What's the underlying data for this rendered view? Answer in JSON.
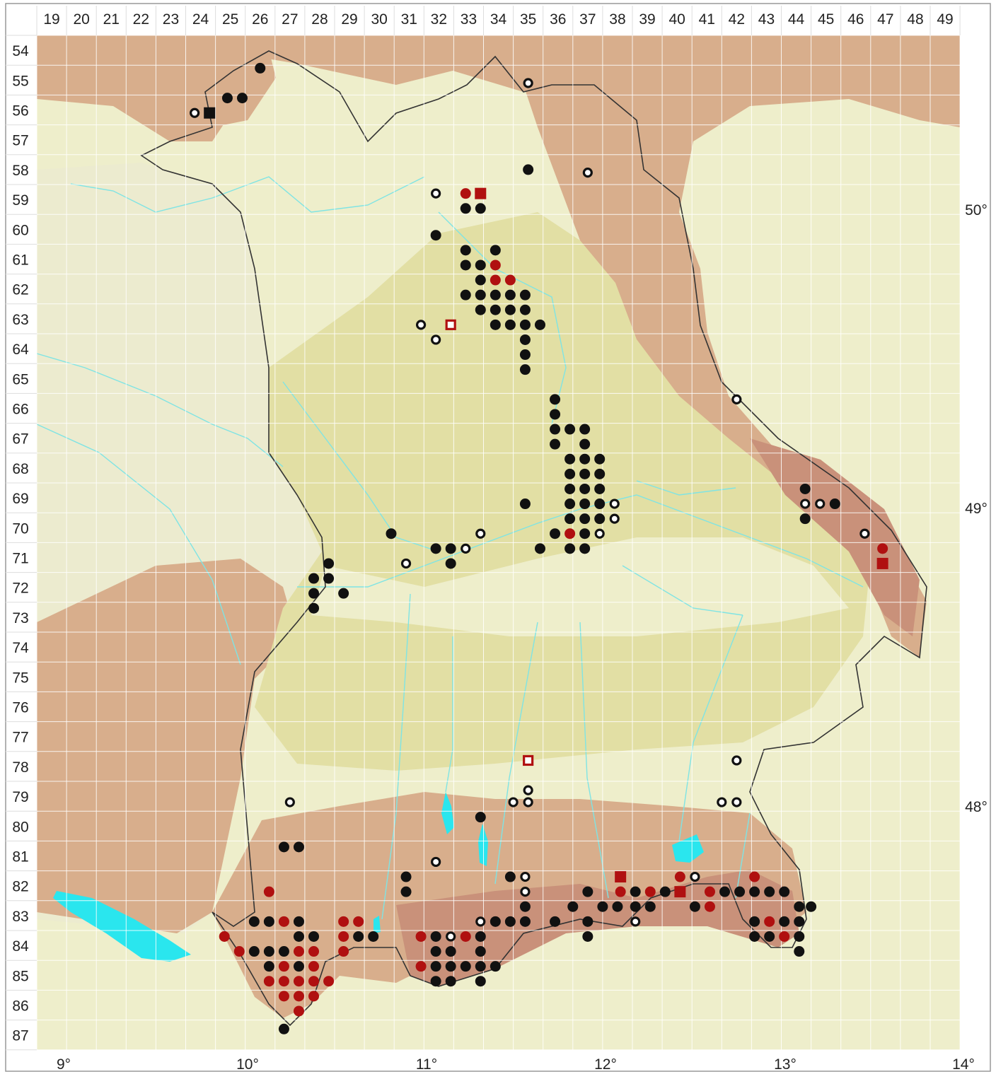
{
  "grid": {
    "cols": [
      "19",
      "20",
      "21",
      "22",
      "23",
      "24",
      "25",
      "26",
      "27",
      "28",
      "29",
      "30",
      "31",
      "32",
      "33",
      "34",
      "35",
      "36",
      "37",
      "38",
      "39",
      "40",
      "41",
      "42",
      "43",
      "44",
      "45",
      "46",
      "47",
      "48",
      "49"
    ],
    "rows": [
      "54",
      "55",
      "56",
      "57",
      "58",
      "59",
      "60",
      "61",
      "62",
      "63",
      "64",
      "65",
      "66",
      "67",
      "68",
      "69",
      "70",
      "71",
      "72",
      "73",
      "74",
      "75",
      "76",
      "77",
      "78",
      "79",
      "80",
      "81",
      "82",
      "83",
      "84",
      "85",
      "86",
      "87"
    ]
  },
  "axes": {
    "longitude_labels": [
      "9°",
      "10°",
      "11°",
      "12°",
      "13°",
      "14°"
    ],
    "latitude_labels": [
      "50°",
      "49°",
      "48°"
    ]
  },
  "colors": {
    "background": "#ffffff",
    "lowland": "#eeeecb",
    "hills": "#e2dfa4",
    "upland": "#d8ae8c",
    "mountain": "#c9917a",
    "water": "#7fe4e4",
    "lake": "#2ae6ee",
    "border": "#333333",
    "grid": "#ffffff",
    "marker_black": "#111111",
    "marker_red": "#b01010"
  },
  "markers": [
    {
      "sym": "dot",
      "c": "k",
      "col": "26",
      "row": "54.6"
    },
    {
      "sym": "dot",
      "c": "k",
      "col": "24.9",
      "row": "55.6"
    },
    {
      "sym": "dot",
      "c": "k",
      "col": "25.4",
      "row": "55.6"
    },
    {
      "sym": "ring",
      "c": "k",
      "col": "23.8",
      "row": "56.1"
    },
    {
      "sym": "square",
      "c": "k",
      "col": "24.3",
      "row": "56.1"
    },
    {
      "sym": "ring",
      "c": "k",
      "col": "35",
      "row": "55.1"
    },
    {
      "sym": "dot",
      "c": "k",
      "col": "35",
      "row": "58"
    },
    {
      "sym": "ring",
      "c": "k",
      "col": "37",
      "row": "58.1"
    },
    {
      "sym": "ring",
      "c": "k",
      "col": "31.9",
      "row": "58.8"
    },
    {
      "sym": "dot",
      "c": "r",
      "col": "32.9",
      "row": "58.8"
    },
    {
      "sym": "square",
      "c": "r",
      "col": "33.4",
      "row": "58.8"
    },
    {
      "sym": "dot",
      "c": "k",
      "col": "32.9",
      "row": "59.3"
    },
    {
      "sym": "dot",
      "c": "k",
      "col": "33.4",
      "row": "59.3"
    },
    {
      "sym": "dot",
      "c": "k",
      "col": "31.9",
      "row": "60.2"
    },
    {
      "sym": "dot",
      "c": "k",
      "col": "32.9",
      "row": "60.7"
    },
    {
      "sym": "dot",
      "c": "k",
      "col": "33.9",
      "row": "60.7"
    },
    {
      "sym": "dot",
      "c": "k",
      "col": "32.9",
      "row": "61.2"
    },
    {
      "sym": "dot",
      "c": "k",
      "col": "33.4",
      "row": "61.2"
    },
    {
      "sym": "dot",
      "c": "r",
      "col": "33.9",
      "row": "61.2"
    },
    {
      "sym": "dot",
      "c": "k",
      "col": "33.4",
      "row": "61.7"
    },
    {
      "sym": "dot",
      "c": "r",
      "col": "33.9",
      "row": "61.7"
    },
    {
      "sym": "dot",
      "c": "r",
      "col": "34.4",
      "row": "61.7"
    },
    {
      "sym": "dot",
      "c": "k",
      "col": "32.9",
      "row": "62.2"
    },
    {
      "sym": "dot",
      "c": "k",
      "col": "33.4",
      "row": "62.2"
    },
    {
      "sym": "dot",
      "c": "k",
      "col": "33.9",
      "row": "62.2"
    },
    {
      "sym": "dot",
      "c": "k",
      "col": "34.4",
      "row": "62.2"
    },
    {
      "sym": "dot",
      "c": "k",
      "col": "34.9",
      "row": "62.2"
    },
    {
      "sym": "dot",
      "c": "k",
      "col": "33.4",
      "row": "62.7"
    },
    {
      "sym": "dot",
      "c": "k",
      "col": "33.9",
      "row": "62.7"
    },
    {
      "sym": "dot",
      "c": "k",
      "col": "34.4",
      "row": "62.7"
    },
    {
      "sym": "dot",
      "c": "k",
      "col": "34.9",
      "row": "62.7"
    },
    {
      "sym": "dot",
      "c": "k",
      "col": "33.9",
      "row": "63.2"
    },
    {
      "sym": "dot",
      "c": "k",
      "col": "34.4",
      "row": "63.2"
    },
    {
      "sym": "dot",
      "c": "k",
      "col": "34.9",
      "row": "63.2"
    },
    {
      "sym": "dot",
      "c": "k",
      "col": "35.4",
      "row": "63.2"
    },
    {
      "sym": "ring",
      "c": "k",
      "col": "31.4",
      "row": "63.2"
    },
    {
      "sym": "square-open",
      "c": "r",
      "col": "32.4",
      "row": "63.2"
    },
    {
      "sym": "ring",
      "c": "k",
      "col": "31.9",
      "row": "63.7"
    },
    {
      "sym": "dot",
      "c": "k",
      "col": "34.9",
      "row": "63.7"
    },
    {
      "sym": "dot",
      "c": "k",
      "col": "34.9",
      "row": "64.2"
    },
    {
      "sym": "dot",
      "c": "k",
      "col": "34.9",
      "row": "64.7"
    },
    {
      "sym": "dot",
      "c": "k",
      "col": "35.9",
      "row": "65.7"
    },
    {
      "sym": "dot",
      "c": "k",
      "col": "35.9",
      "row": "66.2"
    },
    {
      "sym": "dot",
      "c": "k",
      "col": "35.9",
      "row": "66.7"
    },
    {
      "sym": "dot",
      "c": "k",
      "col": "36.4",
      "row": "66.7"
    },
    {
      "sym": "dot",
      "c": "k",
      "col": "36.9",
      "row": "66.7"
    },
    {
      "sym": "dot",
      "c": "k",
      "col": "35.9",
      "row": "67.2"
    },
    {
      "sym": "dot",
      "c": "k",
      "col": "36.9",
      "row": "67.2"
    },
    {
      "sym": "dot",
      "c": "k",
      "col": "36.4",
      "row": "67.7"
    },
    {
      "sym": "dot",
      "c": "k",
      "col": "36.9",
      "row": "67.7"
    },
    {
      "sym": "dot",
      "c": "k",
      "col": "37.4",
      "row": "67.7"
    },
    {
      "sym": "dot",
      "c": "k",
      "col": "36.4",
      "row": "68.2"
    },
    {
      "sym": "dot",
      "c": "k",
      "col": "36.9",
      "row": "68.2"
    },
    {
      "sym": "dot",
      "c": "k",
      "col": "37.4",
      "row": "68.2"
    },
    {
      "sym": "dot",
      "c": "k",
      "col": "36.4",
      "row": "68.7"
    },
    {
      "sym": "dot",
      "c": "k",
      "col": "36.9",
      "row": "68.7"
    },
    {
      "sym": "dot",
      "c": "k",
      "col": "37.4",
      "row": "68.7"
    },
    {
      "sym": "dot",
      "c": "k",
      "col": "36.4",
      "row": "69.2"
    },
    {
      "sym": "dot",
      "c": "k",
      "col": "36.9",
      "row": "69.2"
    },
    {
      "sym": "dot",
      "c": "k",
      "col": "37.4",
      "row": "69.2"
    },
    {
      "sym": "ring",
      "c": "k",
      "col": "37.9",
      "row": "69.2"
    },
    {
      "sym": "dot",
      "c": "k",
      "col": "34.9",
      "row": "69.2"
    },
    {
      "sym": "dot",
      "c": "k",
      "col": "36.4",
      "row": "69.7"
    },
    {
      "sym": "dot",
      "c": "k",
      "col": "36.9",
      "row": "69.7"
    },
    {
      "sym": "dot",
      "c": "k",
      "col": "37.4",
      "row": "69.7"
    },
    {
      "sym": "ring",
      "c": "k",
      "col": "37.9",
      "row": "69.7"
    },
    {
      "sym": "dot",
      "c": "k",
      "col": "35.9",
      "row": "70.2"
    },
    {
      "sym": "dot",
      "c": "r",
      "col": "36.4",
      "row": "70.2"
    },
    {
      "sym": "dot",
      "c": "k",
      "col": "36.9",
      "row": "70.2"
    },
    {
      "sym": "ring",
      "c": "k",
      "col": "37.4",
      "row": "70.2"
    },
    {
      "sym": "dot",
      "c": "k",
      "col": "35.4",
      "row": "70.7"
    },
    {
      "sym": "dot",
      "c": "k",
      "col": "36.4",
      "row": "70.7"
    },
    {
      "sym": "dot",
      "c": "k",
      "col": "36.9",
      "row": "70.7"
    },
    {
      "sym": "dot",
      "c": "k",
      "col": "30.4",
      "row": "70.2"
    },
    {
      "sym": "ring",
      "c": "k",
      "col": "33.4",
      "row": "70.2"
    },
    {
      "sym": "dot",
      "c": "k",
      "col": "31.9",
      "row": "70.7"
    },
    {
      "sym": "dot",
      "c": "k",
      "col": "32.4",
      "row": "70.7"
    },
    {
      "sym": "ring",
      "c": "k",
      "col": "32.9",
      "row": "70.7"
    },
    {
      "sym": "dot",
      "c": "k",
      "col": "32.4",
      "row": "71.2"
    },
    {
      "sym": "ring",
      "c": "k",
      "col": "30.9",
      "row": "71.2"
    },
    {
      "sym": "ring",
      "c": "k",
      "col": "42",
      "row": "65.7"
    },
    {
      "sym": "dot",
      "c": "k",
      "col": "44.3",
      "row": "68.7"
    },
    {
      "sym": "ring",
      "c": "k",
      "col": "44.3",
      "row": "69.2"
    },
    {
      "sym": "ring",
      "c": "k",
      "col": "44.8",
      "row": "69.2"
    },
    {
      "sym": "dot",
      "c": "k",
      "col": "45.3",
      "row": "69.2"
    },
    {
      "sym": "dot",
      "c": "k",
      "col": "44.3",
      "row": "69.7"
    },
    {
      "sym": "ring",
      "c": "k",
      "col": "46.3",
      "row": "70.2"
    },
    {
      "sym": "dot",
      "c": "r",
      "col": "46.9",
      "row": "70.7"
    },
    {
      "sym": "square",
      "c": "r",
      "col": "46.9",
      "row": "71.2"
    },
    {
      "sym": "dot",
      "c": "k",
      "col": "28.3",
      "row": "71.2"
    },
    {
      "sym": "dot",
      "c": "k",
      "col": "27.8",
      "row": "71.7"
    },
    {
      "sym": "dot",
      "c": "k",
      "col": "28.3",
      "row": "71.7"
    },
    {
      "sym": "dot",
      "c": "k",
      "col": "27.8",
      "row": "72.2"
    },
    {
      "sym": "dot",
      "c": "k",
      "col": "28.8",
      "row": "72.2"
    },
    {
      "sym": "dot",
      "c": "k",
      "col": "27.8",
      "row": "72.7"
    },
    {
      "sym": "square-open",
      "c": "r",
      "col": "35",
      "row": "77.8"
    },
    {
      "sym": "ring",
      "c": "k",
      "col": "42",
      "row": "77.8"
    },
    {
      "sym": "ring",
      "c": "k",
      "col": "35",
      "row": "78.8"
    },
    {
      "sym": "ring",
      "c": "k",
      "col": "34.5",
      "row": "79.2"
    },
    {
      "sym": "ring",
      "c": "k",
      "col": "35",
      "row": "79.2"
    },
    {
      "sym": "ring",
      "c": "k",
      "col": "41.5",
      "row": "79.2"
    },
    {
      "sym": "ring",
      "c": "k",
      "col": "42",
      "row": "79.2"
    },
    {
      "sym": "ring",
      "c": "k",
      "col": "27",
      "row": "79.2"
    },
    {
      "sym": "dot",
      "c": "k",
      "col": "33.4",
      "row": "79.7"
    },
    {
      "sym": "dot",
      "c": "k",
      "col": "26.8",
      "row": "80.7"
    },
    {
      "sym": "dot",
      "c": "k",
      "col": "27.3",
      "row": "80.7"
    },
    {
      "sym": "ring",
      "c": "k",
      "col": "31.9",
      "row": "81.2"
    },
    {
      "sym": "dot",
      "c": "k",
      "col": "30.9",
      "row": "81.7"
    },
    {
      "sym": "dot",
      "c": "k",
      "col": "34.4",
      "row": "81.7"
    },
    {
      "sym": "ring",
      "c": "k",
      "col": "34.9",
      "row": "81.7"
    },
    {
      "sym": "square",
      "c": "r",
      "col": "38.1",
      "row": "81.7"
    },
    {
      "sym": "dot",
      "c": "r",
      "col": "40.1",
      "row": "81.7"
    },
    {
      "sym": "ring",
      "c": "k",
      "col": "40.6",
      "row": "81.7"
    },
    {
      "sym": "dot",
      "c": "r",
      "col": "42.6",
      "row": "81.7"
    },
    {
      "sym": "dot",
      "c": "r",
      "col": "26.3",
      "row": "82.2"
    },
    {
      "sym": "dot",
      "c": "k",
      "col": "30.9",
      "row": "82.2"
    },
    {
      "sym": "ring",
      "c": "k",
      "col": "34.9",
      "row": "82.2"
    },
    {
      "sym": "dot",
      "c": "k",
      "col": "37",
      "row": "82.2"
    },
    {
      "sym": "dot",
      "c": "r",
      "col": "38.1",
      "row": "82.2"
    },
    {
      "sym": "dot",
      "c": "k",
      "col": "38.6",
      "row": "82.2"
    },
    {
      "sym": "dot",
      "c": "r",
      "col": "39.1",
      "row": "82.2"
    },
    {
      "sym": "dot",
      "c": "k",
      "col": "39.6",
      "row": "82.2"
    },
    {
      "sym": "square",
      "c": "r",
      "col": "40.1",
      "row": "82.2"
    },
    {
      "sym": "dot",
      "c": "r",
      "col": "41.1",
      "row": "82.2"
    },
    {
      "sym": "dot",
      "c": "k",
      "col": "41.6",
      "row": "82.2"
    },
    {
      "sym": "dot",
      "c": "k",
      "col": "42.1",
      "row": "82.2"
    },
    {
      "sym": "dot",
      "c": "k",
      "col": "42.6",
      "row": "82.2"
    },
    {
      "sym": "dot",
      "c": "k",
      "col": "43.1",
      "row": "82.2"
    },
    {
      "sym": "dot",
      "c": "k",
      "col": "43.6",
      "row": "82.2"
    },
    {
      "sym": "dot",
      "c": "k",
      "col": "34.9",
      "row": "82.7"
    },
    {
      "sym": "dot",
      "c": "k",
      "col": "36.5",
      "row": "82.7"
    },
    {
      "sym": "dot",
      "c": "k",
      "col": "37.5",
      "row": "82.7"
    },
    {
      "sym": "dot",
      "c": "k",
      "col": "38",
      "row": "82.7"
    },
    {
      "sym": "dot",
      "c": "k",
      "col": "38.6",
      "row": "82.7"
    },
    {
      "sym": "dot",
      "c": "k",
      "col": "39.1",
      "row": "82.7"
    },
    {
      "sym": "dot",
      "c": "k",
      "col": "40.6",
      "row": "82.7"
    },
    {
      "sym": "dot",
      "c": "r",
      "col": "41.1",
      "row": "82.7"
    },
    {
      "sym": "dot",
      "c": "k",
      "col": "44.1",
      "row": "82.7"
    },
    {
      "sym": "dot",
      "c": "k",
      "col": "44.5",
      "row": "82.7"
    },
    {
      "sym": "dot",
      "c": "k",
      "col": "25.8",
      "row": "83.2"
    },
    {
      "sym": "dot",
      "c": "k",
      "col": "26.3",
      "row": "83.2"
    },
    {
      "sym": "dot",
      "c": "r",
      "col": "26.8",
      "row": "83.2"
    },
    {
      "sym": "dot",
      "c": "k",
      "col": "27.3",
      "row": "83.2"
    },
    {
      "sym": "dot",
      "c": "r",
      "col": "28.8",
      "row": "83.2"
    },
    {
      "sym": "dot",
      "c": "r",
      "col": "29.3",
      "row": "83.2"
    },
    {
      "sym": "ring",
      "c": "k",
      "col": "33.4",
      "row": "83.2"
    },
    {
      "sym": "dot",
      "c": "k",
      "col": "33.9",
      "row": "83.2"
    },
    {
      "sym": "dot",
      "c": "k",
      "col": "34.4",
      "row": "83.2"
    },
    {
      "sym": "dot",
      "c": "k",
      "col": "34.9",
      "row": "83.2"
    },
    {
      "sym": "dot",
      "c": "k",
      "col": "35.9",
      "row": "83.2"
    },
    {
      "sym": "dot",
      "c": "k",
      "col": "37",
      "row": "83.2"
    },
    {
      "sym": "ring",
      "c": "k",
      "col": "38.6",
      "row": "83.2"
    },
    {
      "sym": "dot",
      "c": "k",
      "col": "42.6",
      "row": "83.2"
    },
    {
      "sym": "dot",
      "c": "r",
      "col": "43.1",
      "row": "83.2"
    },
    {
      "sym": "dot",
      "c": "k",
      "col": "43.6",
      "row": "83.2"
    },
    {
      "sym": "dot",
      "c": "k",
      "col": "44.1",
      "row": "83.2"
    },
    {
      "sym": "dot",
      "c": "r",
      "col": "24.8",
      "row": "83.7"
    },
    {
      "sym": "dot",
      "c": "k",
      "col": "27.3",
      "row": "83.7"
    },
    {
      "sym": "dot",
      "c": "k",
      "col": "27.8",
      "row": "83.7"
    },
    {
      "sym": "dot",
      "c": "r",
      "col": "28.8",
      "row": "83.7"
    },
    {
      "sym": "dot",
      "c": "k",
      "col": "29.3",
      "row": "83.7"
    },
    {
      "sym": "dot",
      "c": "k",
      "col": "29.8",
      "row": "83.7"
    },
    {
      "sym": "dot",
      "c": "r",
      "col": "31.4",
      "row": "83.7"
    },
    {
      "sym": "dot",
      "c": "k",
      "col": "31.9",
      "row": "83.7"
    },
    {
      "sym": "ring",
      "c": "k",
      "col": "32.4",
      "row": "83.7"
    },
    {
      "sym": "dot",
      "c": "r",
      "col": "32.9",
      "row": "83.7"
    },
    {
      "sym": "dot",
      "c": "k",
      "col": "33.4",
      "row": "83.7"
    },
    {
      "sym": "dot",
      "c": "k",
      "col": "37",
      "row": "83.7"
    },
    {
      "sym": "dot",
      "c": "k",
      "col": "42.6",
      "row": "83.7"
    },
    {
      "sym": "dot",
      "c": "k",
      "col": "43.1",
      "row": "83.7"
    },
    {
      "sym": "dot",
      "c": "r",
      "col": "43.6",
      "row": "83.7"
    },
    {
      "sym": "dot",
      "c": "k",
      "col": "44.1",
      "row": "83.7"
    },
    {
      "sym": "dot",
      "c": "r",
      "col": "25.3",
      "row": "84.2"
    },
    {
      "sym": "dot",
      "c": "k",
      "col": "25.8",
      "row": "84.2"
    },
    {
      "sym": "dot",
      "c": "k",
      "col": "26.3",
      "row": "84.2"
    },
    {
      "sym": "dot",
      "c": "k",
      "col": "26.8",
      "row": "84.2"
    },
    {
      "sym": "dot",
      "c": "r",
      "col": "27.3",
      "row": "84.2"
    },
    {
      "sym": "dot",
      "c": "r",
      "col": "27.8",
      "row": "84.2"
    },
    {
      "sym": "dot",
      "c": "r",
      "col": "28.8",
      "row": "84.2"
    },
    {
      "sym": "dot",
      "c": "k",
      "col": "31.9",
      "row": "84.2"
    },
    {
      "sym": "dot",
      "c": "k",
      "col": "32.4",
      "row": "84.2"
    },
    {
      "sym": "dot",
      "c": "k",
      "col": "33.4",
      "row": "84.2"
    },
    {
      "sym": "dot",
      "c": "k",
      "col": "44.1",
      "row": "84.2"
    },
    {
      "sym": "dot",
      "c": "k",
      "col": "26.3",
      "row": "84.7"
    },
    {
      "sym": "dot",
      "c": "r",
      "col": "26.8",
      "row": "84.7"
    },
    {
      "sym": "dot",
      "c": "k",
      "col": "27.3",
      "row": "84.7"
    },
    {
      "sym": "dot",
      "c": "r",
      "col": "27.8",
      "row": "84.7"
    },
    {
      "sym": "dot",
      "c": "r",
      "col": "31.4",
      "row": "84.7"
    },
    {
      "sym": "dot",
      "c": "k",
      "col": "31.9",
      "row": "84.7"
    },
    {
      "sym": "dot",
      "c": "k",
      "col": "32.4",
      "row": "84.7"
    },
    {
      "sym": "dot",
      "c": "k",
      "col": "32.9",
      "row": "84.7"
    },
    {
      "sym": "dot",
      "c": "k",
      "col": "33.4",
      "row": "84.7"
    },
    {
      "sym": "dot",
      "c": "k",
      "col": "33.9",
      "row": "84.7"
    },
    {
      "sym": "dot",
      "c": "r",
      "col": "26.3",
      "row": "85.2"
    },
    {
      "sym": "dot",
      "c": "r",
      "col": "26.8",
      "row": "85.2"
    },
    {
      "sym": "dot",
      "c": "r",
      "col": "27.3",
      "row": "85.2"
    },
    {
      "sym": "dot",
      "c": "r",
      "col": "27.8",
      "row": "85.2"
    },
    {
      "sym": "dot",
      "c": "r",
      "col": "28.3",
      "row": "85.2"
    },
    {
      "sym": "dot",
      "c": "k",
      "col": "31.9",
      "row": "85.2"
    },
    {
      "sym": "dot",
      "c": "k",
      "col": "32.4",
      "row": "85.2"
    },
    {
      "sym": "dot",
      "c": "k",
      "col": "33.4",
      "row": "85.2"
    },
    {
      "sym": "dot",
      "c": "r",
      "col": "26.8",
      "row": "85.7"
    },
    {
      "sym": "dot",
      "c": "r",
      "col": "27.3",
      "row": "85.7"
    },
    {
      "sym": "dot",
      "c": "r",
      "col": "27.8",
      "row": "85.7"
    },
    {
      "sym": "dot",
      "c": "r",
      "col": "27.3",
      "row": "86.2"
    },
    {
      "sym": "dot",
      "c": "k",
      "col": "26.8",
      "row": "86.8"
    }
  ]
}
